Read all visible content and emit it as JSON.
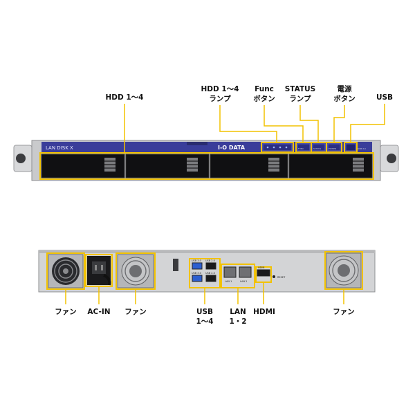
{
  "front": {
    "callouts": {
      "hdd": "HDD 1〜4",
      "hdd_lamp_1": "HDD 1〜4",
      "hdd_lamp_2": "ランプ",
      "func_1": "Func",
      "func_2": "ボタン",
      "status_1": "STATUS",
      "status_2": "ランプ",
      "power_1": "電源",
      "power_2": "ボタン",
      "usb": "USB"
    },
    "brand": "LAN DISK X",
    "logo": "I-O DATA",
    "panel_labels": {
      "func": "FUNC",
      "status": "STATUS",
      "power": "POWER",
      "usb": "USB 3.0"
    }
  },
  "rear": {
    "callouts": {
      "fan_left": "ファン",
      "acin": "AC-IN",
      "fan_mid": "ファン",
      "usb_1": "USB",
      "usb_2": "1〜4",
      "lan_1": "LAN",
      "lan_2": "1・2",
      "hdmi": "HDMI",
      "fan_right": "ファン"
    },
    "port_labels": {
      "usb_a": "USB 3.0",
      "usb_b": "USB 3.0",
      "usb_c": "USB 2.0",
      "usb_d": "USB 2.0",
      "lan1": "LAN 1",
      "lan2": "LAN 2",
      "hdmi": "HDMI",
      "reset": "RESET"
    }
  },
  "colors": {
    "callout": "#f2c200",
    "front_bar": "#3a3d9a",
    "chassis": "#cfd0d2"
  }
}
